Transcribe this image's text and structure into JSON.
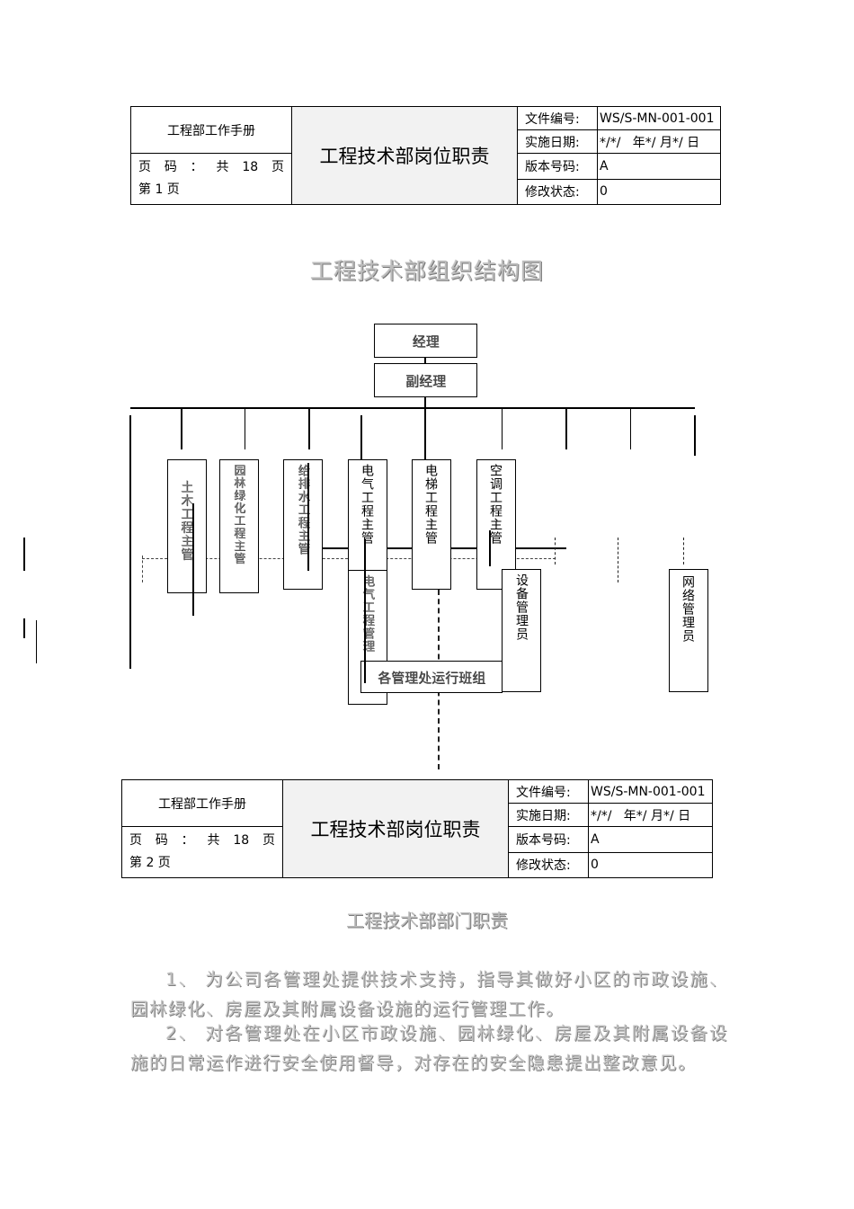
{
  "header": {
    "manual": "工程部工作手册",
    "page_label_parts": [
      "页",
      "码",
      "：",
      "共",
      "18",
      "页"
    ],
    "title": "工程技术部岗位职责",
    "fields": [
      {
        "k": "文件编号:",
        "v": "WS/S-MN-001-001"
      },
      {
        "k": "实施日期:",
        "v": "*/*/   年*/ 月*/ 日"
      },
      {
        "k": "版本号码:",
        "v": "A"
      },
      {
        "k": "修改状态:",
        "v": "0"
      }
    ],
    "page1": "第 1 页",
    "page2": "第 2 页"
  },
  "org": {
    "title": "工程技术部组织结构图",
    "manager": "经理",
    "deputy": "副经理",
    "units": [
      "土木工程主管",
      "园林绿化工程主管",
      "给排水工程主管",
      "电气工程主管",
      "电梯工程主管",
      "空调工程主管"
    ],
    "sub_electric": "电气工程管理",
    "equipment": "设备管理员",
    "network": "网络管理员",
    "teams": "各管理处运行班组"
  },
  "dept": {
    "title": "工程技术部部门职责",
    "p1": "1、 为公司各管理处提供技术支持，指导其做好小区的市政设施、园林绿化、房屋及其附属设备设施的运行管理工作。",
    "p2": "2、 对各管理处在小区市政设施、园林绿化、房屋及其附属设备设施的日常运作进行安全使用督导，对存在的安全隐患提出整改意见。"
  }
}
